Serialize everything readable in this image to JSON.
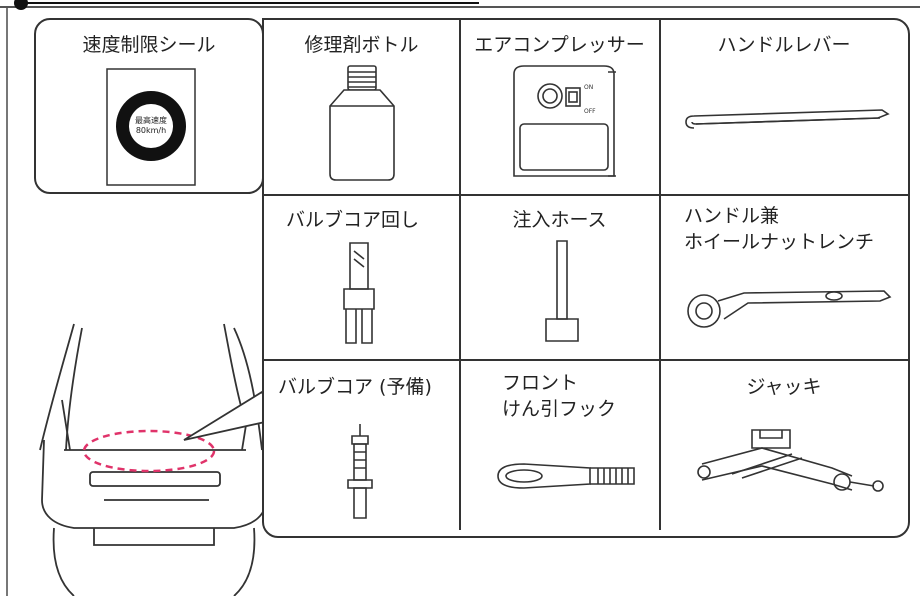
{
  "items": {
    "speed_seal": {
      "label": "速度制限シール",
      "sticker_line1": "最高速度",
      "sticker_line2": "80km/h"
    },
    "repair_bottle": {
      "label": "修理剤ボトル"
    },
    "air_compressor": {
      "label": "エアコンプレッサー",
      "switch_on": "ON",
      "switch_off": "OFF"
    },
    "handle_lever": {
      "label": "ハンドルレバー"
    },
    "valve_core_tool": {
      "label": "バルブコア回し"
    },
    "injection_hose": {
      "label": "注入ホース"
    },
    "wheel_wrench": {
      "label": "ハンドル兼\nホイールナットレンチ"
    },
    "valve_core_spare": {
      "label": "バルブコア (予備)"
    },
    "tow_hook": {
      "label": "フロント\nけん引フック"
    },
    "jack": {
      "label": "ジャッキ"
    }
  },
  "colors": {
    "highlight_dash": "#e0336a",
    "line": "#333333"
  }
}
